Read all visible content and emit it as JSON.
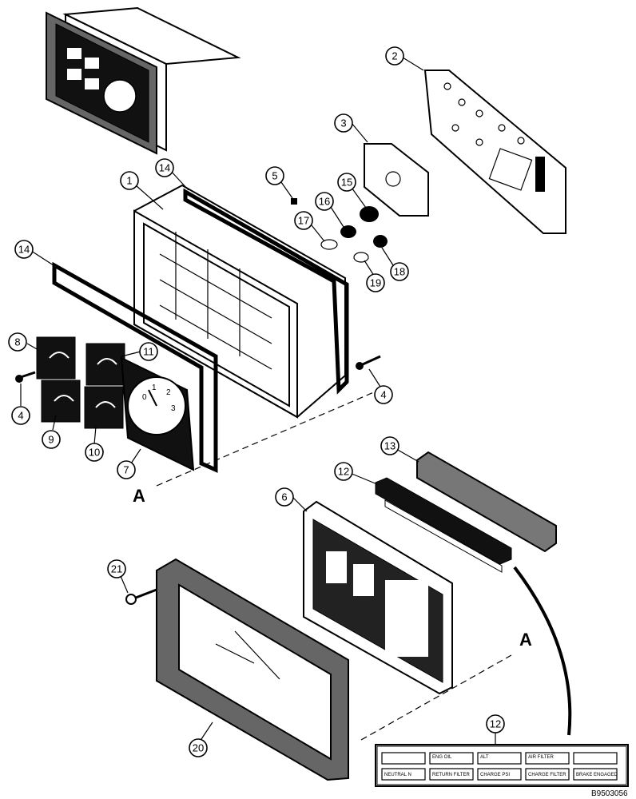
{
  "callouts": [
    {
      "id": "c1",
      "label": "1"
    },
    {
      "id": "c2",
      "label": "2"
    },
    {
      "id": "c3",
      "label": "3"
    },
    {
      "id": "c4a",
      "label": "4"
    },
    {
      "id": "c4b",
      "label": "4"
    },
    {
      "id": "c5",
      "label": "5"
    },
    {
      "id": "c6",
      "label": "6"
    },
    {
      "id": "c7",
      "label": "7"
    },
    {
      "id": "c8",
      "label": "8"
    },
    {
      "id": "c9",
      "label": "9"
    },
    {
      "id": "c10",
      "label": "10"
    },
    {
      "id": "c11",
      "label": "11"
    },
    {
      "id": "c12a",
      "label": "12"
    },
    {
      "id": "c12b",
      "label": "12"
    },
    {
      "id": "c13",
      "label": "13"
    },
    {
      "id": "c14a",
      "label": "14"
    },
    {
      "id": "c14b",
      "label": "14"
    },
    {
      "id": "c15",
      "label": "15"
    },
    {
      "id": "c16",
      "label": "16"
    },
    {
      "id": "c17",
      "label": "17"
    },
    {
      "id": "c18",
      "label": "18"
    },
    {
      "id": "c19",
      "label": "19"
    },
    {
      "id": "c20",
      "label": "20"
    },
    {
      "id": "c21",
      "label": "21"
    }
  ],
  "reference_letters": {
    "left": "A",
    "right": "A"
  },
  "figure_code": "B9503056",
  "gauge_digits": {
    "d0": "0",
    "d1": "1",
    "d2": "2",
    "d3": "3"
  },
  "decal_panel": {
    "top_row": [
      "",
      "ENG OIL",
      "ALT",
      "AIR FILTER",
      ""
    ],
    "bottom_row": [
      "NEUTRAL N",
      "RETURN FILTER",
      "CHARGE PSI",
      "CHARGE FILTER",
      "BRAKE ENGAGED"
    ]
  }
}
